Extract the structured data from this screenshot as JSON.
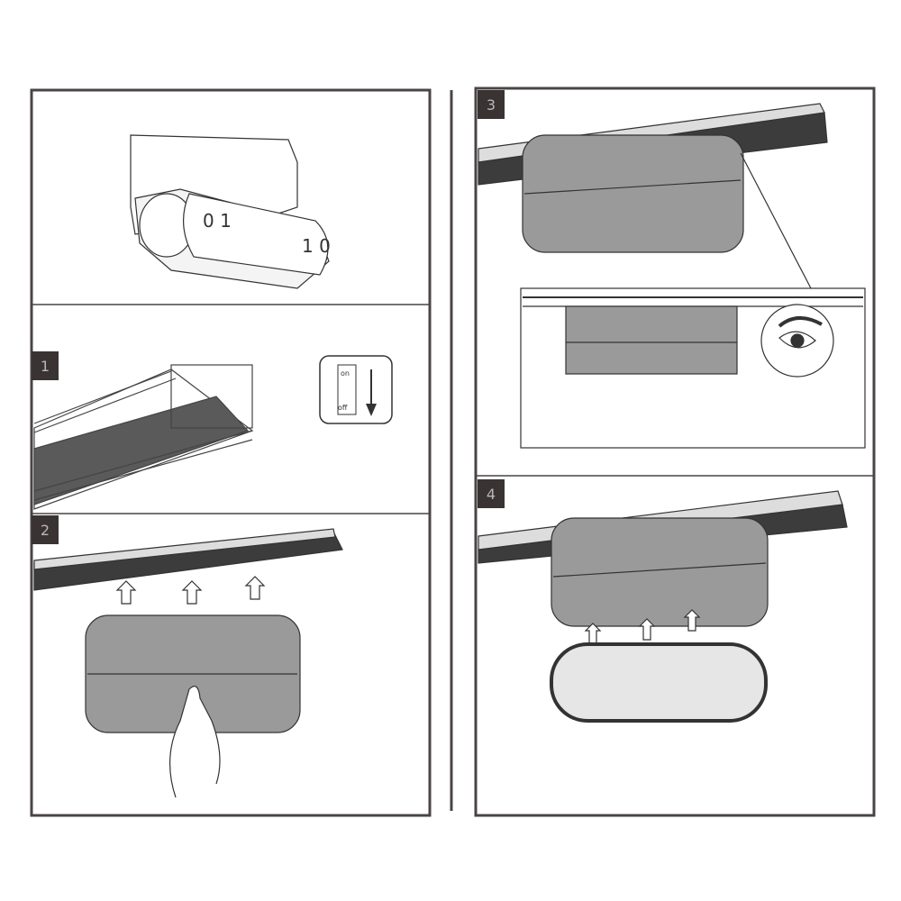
{
  "steps": [
    {
      "number": "1"
    },
    {
      "number": "2"
    },
    {
      "number": "3"
    },
    {
      "number": "4"
    }
  ],
  "switch": {
    "on_label": "on",
    "off_label": "off"
  },
  "colors": {
    "frame": "#4a4444",
    "badge": "#3a3333",
    "track_dark": "#3c3c3c",
    "module_gray": "#9a9a9a"
  }
}
